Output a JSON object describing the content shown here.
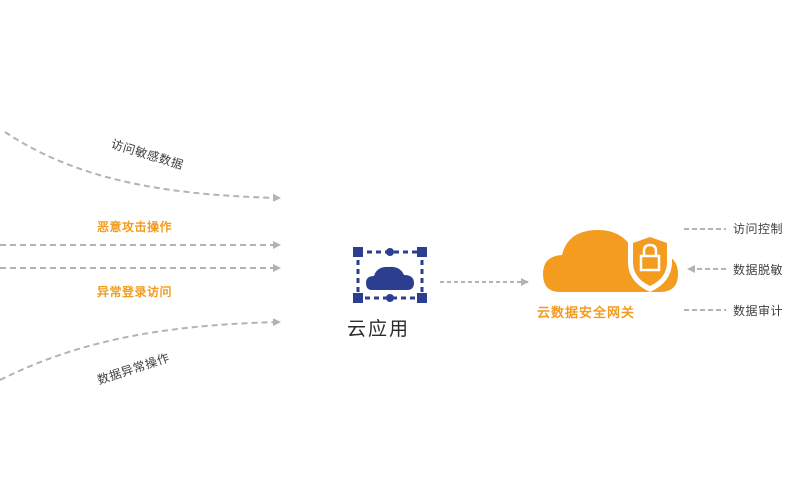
{
  "colors": {
    "accent_orange": "#f39c1f",
    "app_blue": "#2c3e8f",
    "arrow_gray": "#b3b3b3",
    "text_gray": "#3f3f3f"
  },
  "left_threats": [
    {
      "label": "访问敏感数据",
      "style": "gray"
    },
    {
      "label": "恶意攻击操作",
      "style": "orange"
    },
    {
      "label": "异常登录访问",
      "style": "orange"
    },
    {
      "label": "数据异常操作",
      "style": "gray"
    }
  ],
  "center_node": {
    "label": "云应用",
    "icon": "cloud-app-icon"
  },
  "gateway_node": {
    "label": "云数据安全网关",
    "icon": "cloud-shield-icon"
  },
  "right_features": [
    {
      "label": "访问控制"
    },
    {
      "label": "数据脱敏"
    },
    {
      "label": "数据审计"
    }
  ]
}
